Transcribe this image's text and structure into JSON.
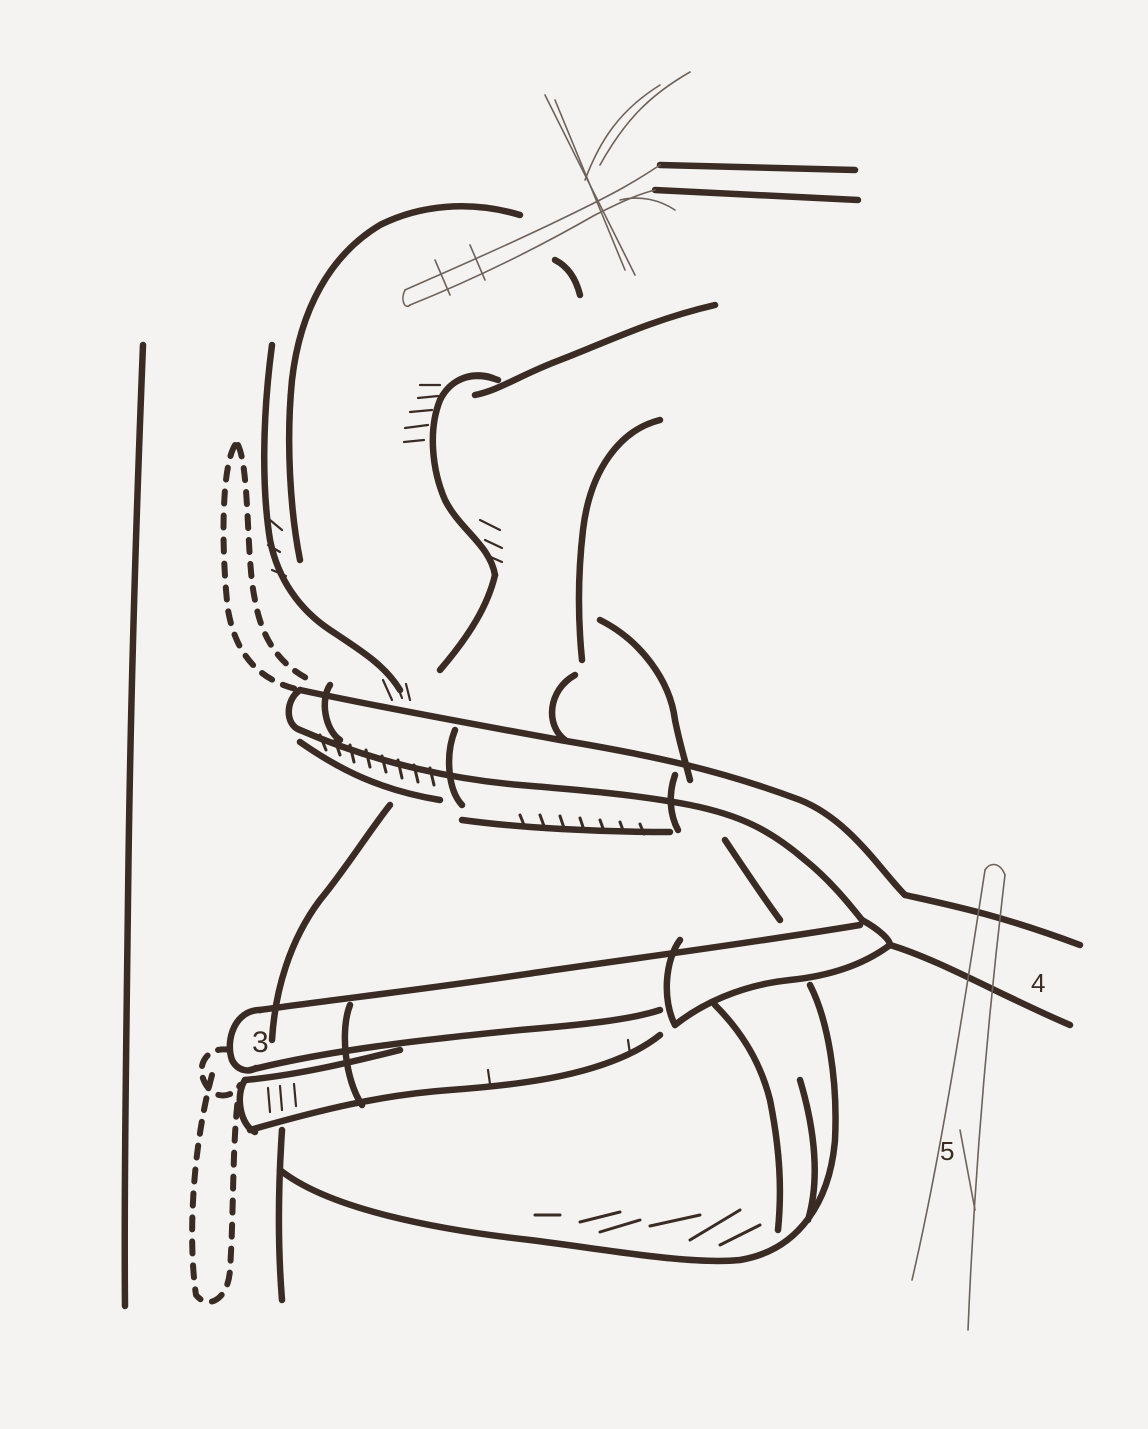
{
  "labels": {
    "three": "3",
    "four": "4",
    "five": "5"
  },
  "colors": {
    "ink": "#3a2c24",
    "pencil": "#6e625a",
    "paper": "#f4f3f1"
  }
}
